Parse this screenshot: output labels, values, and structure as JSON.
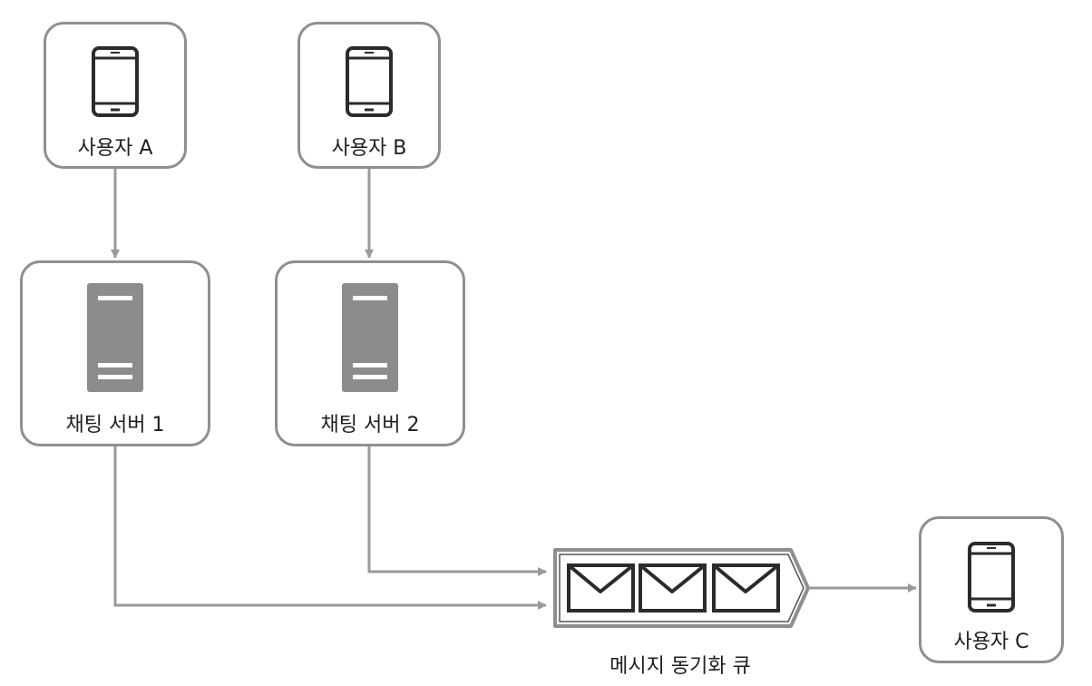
{
  "users": {
    "a": {
      "label": "사용자 A",
      "icon": "smartphone-icon"
    },
    "b": {
      "label": "사용자 B",
      "icon": "smartphone-icon"
    },
    "c": {
      "label": "사용자 C",
      "icon": "smartphone-icon"
    }
  },
  "servers": {
    "s1": {
      "label": "채팅 서버 1",
      "icon": "server-icon"
    },
    "s2": {
      "label": "채팅 서버 2",
      "icon": "server-icon"
    }
  },
  "queue": {
    "label": "메시지 동기화 큐",
    "icon": "envelope-icon"
  },
  "colors": {
    "border": "#8f8f8f",
    "server": "#8c8c8c",
    "arrow": "#9a9a9a",
    "stroke": "#2b2b2b"
  }
}
